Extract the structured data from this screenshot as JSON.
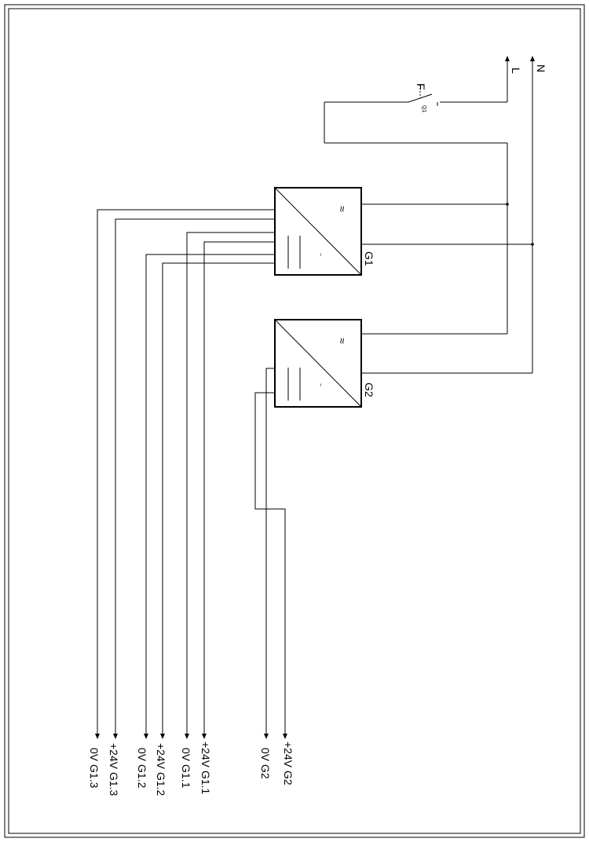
{
  "supply": {
    "line": "L",
    "neutral": "N"
  },
  "fuse": {
    "label": "F",
    "sub": "Q1"
  },
  "units": [
    {
      "label": "G1",
      "ac_symbol": "≈",
      "dc_mark": "~"
    },
    {
      "label": "G2",
      "ac_symbol": "≈",
      "dc_mark": "~"
    }
  ],
  "outputs": [
    "0V G1.3",
    "+24V G1.3",
    "0V G1.2",
    "+24V G1.2",
    "0V G1.1",
    "+24V G1.1",
    "0V G2",
    "+24V G2"
  ]
}
